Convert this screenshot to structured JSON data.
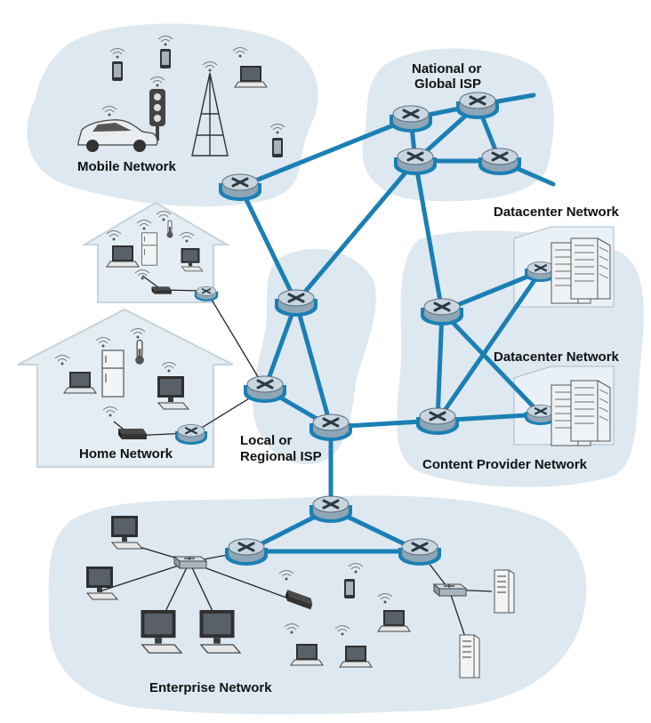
{
  "labels": {
    "mobile_network": "Mobile Network",
    "national_isp_line1": "National or",
    "national_isp_line2": "Global ISP",
    "datacenter_network_1": "Datacenter Network",
    "datacenter_network_2": "Datacenter Network",
    "home_network": "Home Network",
    "local_isp_line1": "Local or",
    "local_isp_line2": "Regional ISP",
    "content_provider_network": "Content Provider Network",
    "enterprise_network": "Enterprise Network"
  },
  "colors": {
    "link_blue": "#1b7fb4",
    "cloud_fill": "#dde8f0",
    "router_body": "#b8c8d4"
  }
}
